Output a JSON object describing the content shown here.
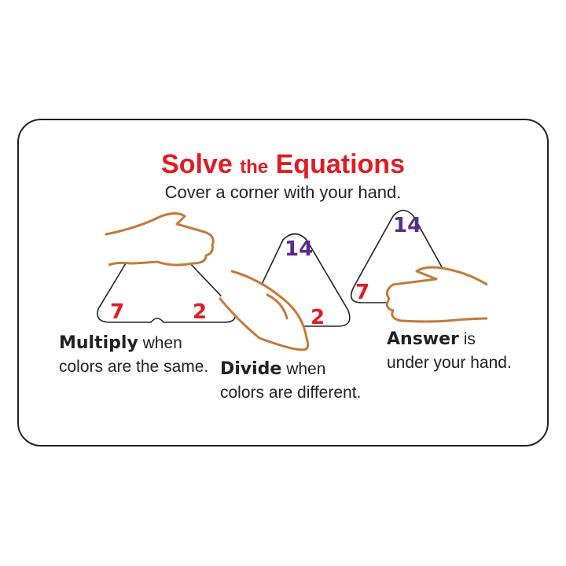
{
  "title": {
    "part1": "Solve",
    "part2": "the",
    "part3": "Equations"
  },
  "subtitle": "Cover a corner with your hand.",
  "colors": {
    "title": "#e31b23",
    "red_number": "#e31b23",
    "purple_number": "#5b2a8e",
    "hand_outline": "#c47a3a"
  },
  "triangles": [
    {
      "left": "7",
      "right": "2"
    },
    {
      "top": "14",
      "right": "2"
    },
    {
      "top": "14",
      "left": "7"
    }
  ],
  "captions": {
    "multiply": {
      "bold": "Multiply",
      "rest": " when",
      "line2": "colors are the same."
    },
    "divide": {
      "bold": "Divide",
      "rest": " when",
      "line2": "colors are different."
    },
    "answer": {
      "bold": "Answer",
      "rest": " is",
      "line2": "under your hand."
    }
  }
}
